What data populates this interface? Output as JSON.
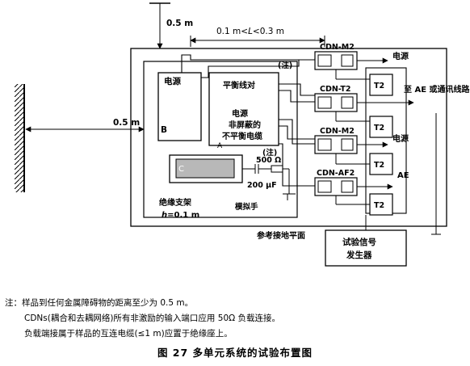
{
  "diagram": {
    "dimensions": {
      "d_top": "0.5 m",
      "d_range_pre": "0.1 m<",
      "d_range_var": "L",
      "d_range_post": "<0.3 m",
      "d_left": "0.5 m"
    },
    "labels": {
      "power_box": "电源",
      "box_b": "B",
      "cable_balanced": "平衡线对",
      "cable_power": "电源",
      "cable_unshielded_1": "非屏蔽的",
      "cable_unshielded_2": "不平衡电缆",
      "label_a": "A",
      "label_c": "C",
      "note_mark_1": "(注)",
      "note_mark_2": "(注)",
      "resistor": "500 Ω",
      "capacitor": "200 μF",
      "artificial_hand": "模拟手",
      "support_1": "绝缘支架",
      "support_h_var": "h",
      "support_h_val": "=0.1 m",
      "ground_plane": "参考接地平面",
      "signal_gen_1": "试验信号",
      "signal_gen_2": "发生器"
    },
    "cdns": [
      "CDN-M2",
      "CDN-T2",
      "CDN-M2",
      "CDN-AF2"
    ],
    "t2_label": "T2",
    "outputs": {
      "out_power_top": "电源",
      "out_telecom": "至 AE 或通讯线路",
      "out_power_mid": "电源",
      "out_ae": "AE"
    }
  },
  "notes": {
    "line1": "注：样品到任何金属障碍物的距离至少为 0.5 m。",
    "line2": "CDNs(耦合和去耦网络)所有非激励的输入端口应用 50Ω 负载连接。",
    "line3": "负载端接属于样品的互连电缆(≤1 m)应置于绝缘座上。"
  },
  "caption": "图 27   多单元系统的试验布置图"
}
